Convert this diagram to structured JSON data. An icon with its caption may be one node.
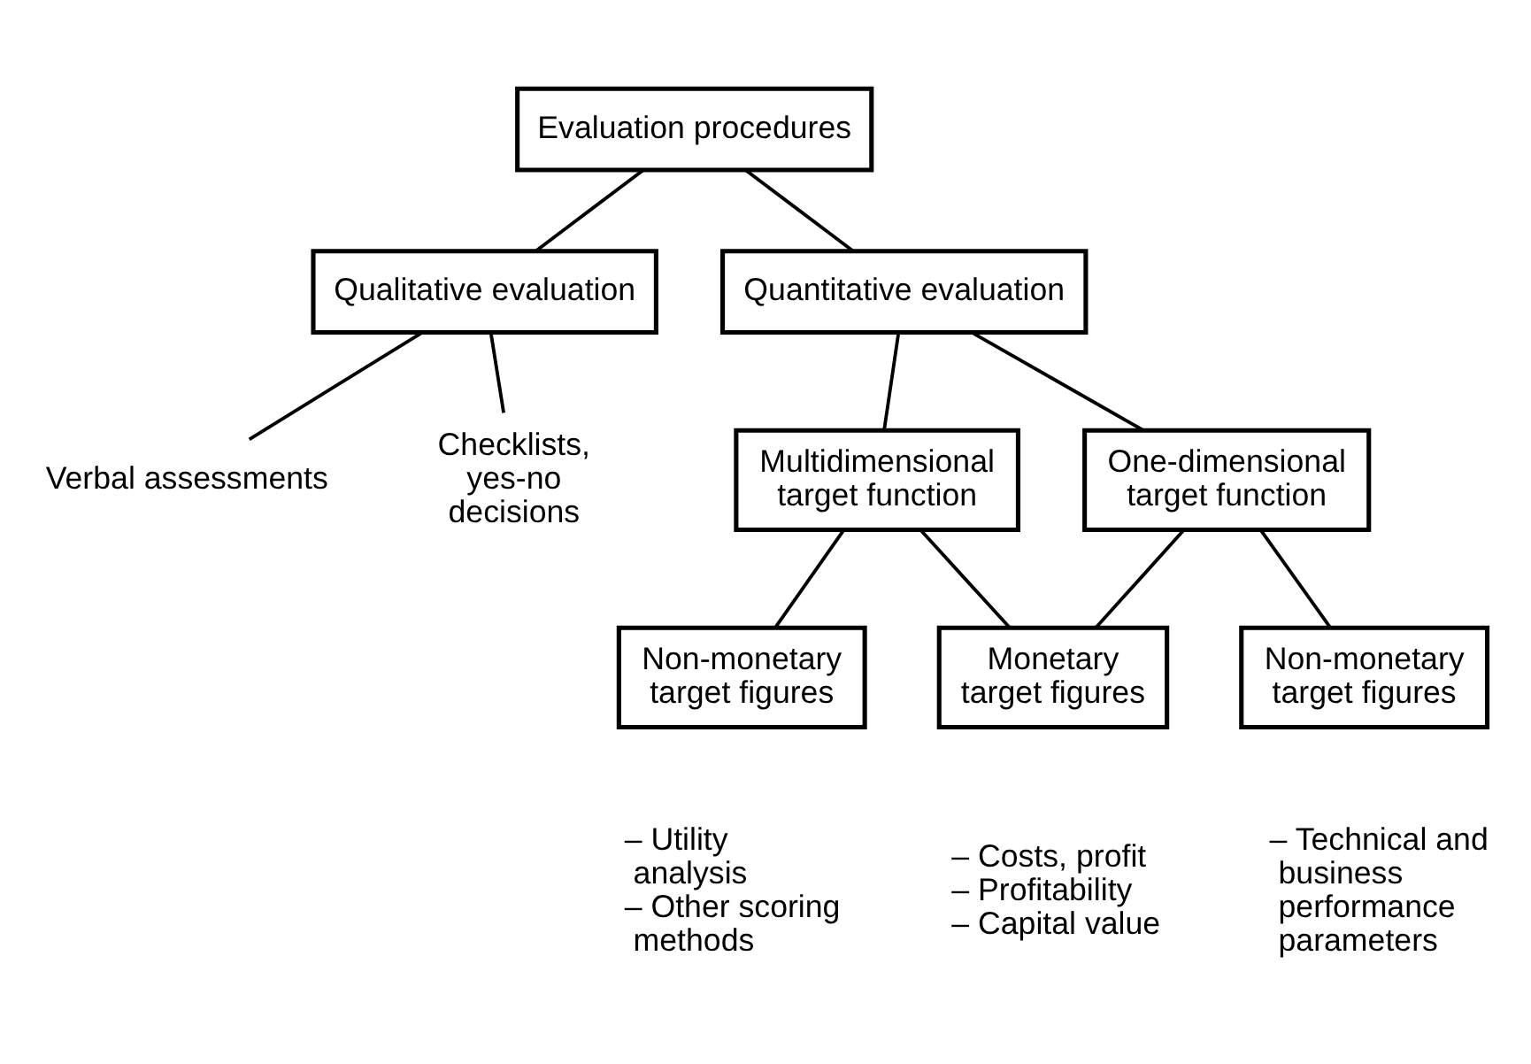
{
  "diagram": {
    "nodes": [
      {
        "text": [
          "Evaluation procedures"
        ]
      },
      {
        "text": [
          "Qualitative evaluation"
        ]
      },
      {
        "text": [
          "Quantitative evaluation"
        ]
      },
      {
        "text": [
          "Verbal assessments"
        ]
      },
      {
        "text": [
          "Checklists, yes-no decisions"
        ]
      },
      {
        "text": [
          "Multidimensional target function"
        ]
      },
      {
        "text": [
          "One-dimensional target function"
        ]
      },
      {
        "text": [
          "Non-monetary target figures"
        ],
        "beside": [
          "– Utility analysis",
          "– Other scoring methods"
        ]
      },
      {
        "text": [
          "Monetary target figures"
        ],
        "beside": [
          "– Costs, profit",
          "– Profitability",
          "– Capital value"
        ]
      },
      {
        "text": [
          "Non-monetary target figures"
        ],
        "beside": [
          "– Technical and business performance parameters"
        ]
      }
    ],
    "edges": [
      {
        "from": 0,
        "to": 1,
        "arrow": "none"
      },
      {
        "from": 0,
        "to": 2,
        "arrow": "none"
      },
      {
        "from": 1,
        "to": 3,
        "arrow": "none"
      },
      {
        "from": 1,
        "to": 4,
        "arrow": "none"
      },
      {
        "from": 2,
        "to": 5,
        "arrow": "none"
      },
      {
        "from": 2,
        "to": 6,
        "arrow": "none"
      },
      {
        "from": 5,
        "to": 7,
        "arrow": "none"
      },
      {
        "from": 5,
        "to": 8,
        "arrow": "none"
      },
      {
        "from": 6,
        "to": 8,
        "arrow": "none"
      },
      {
        "from": 6,
        "to": 9,
        "arrow": "none"
      }
    ]
  }
}
